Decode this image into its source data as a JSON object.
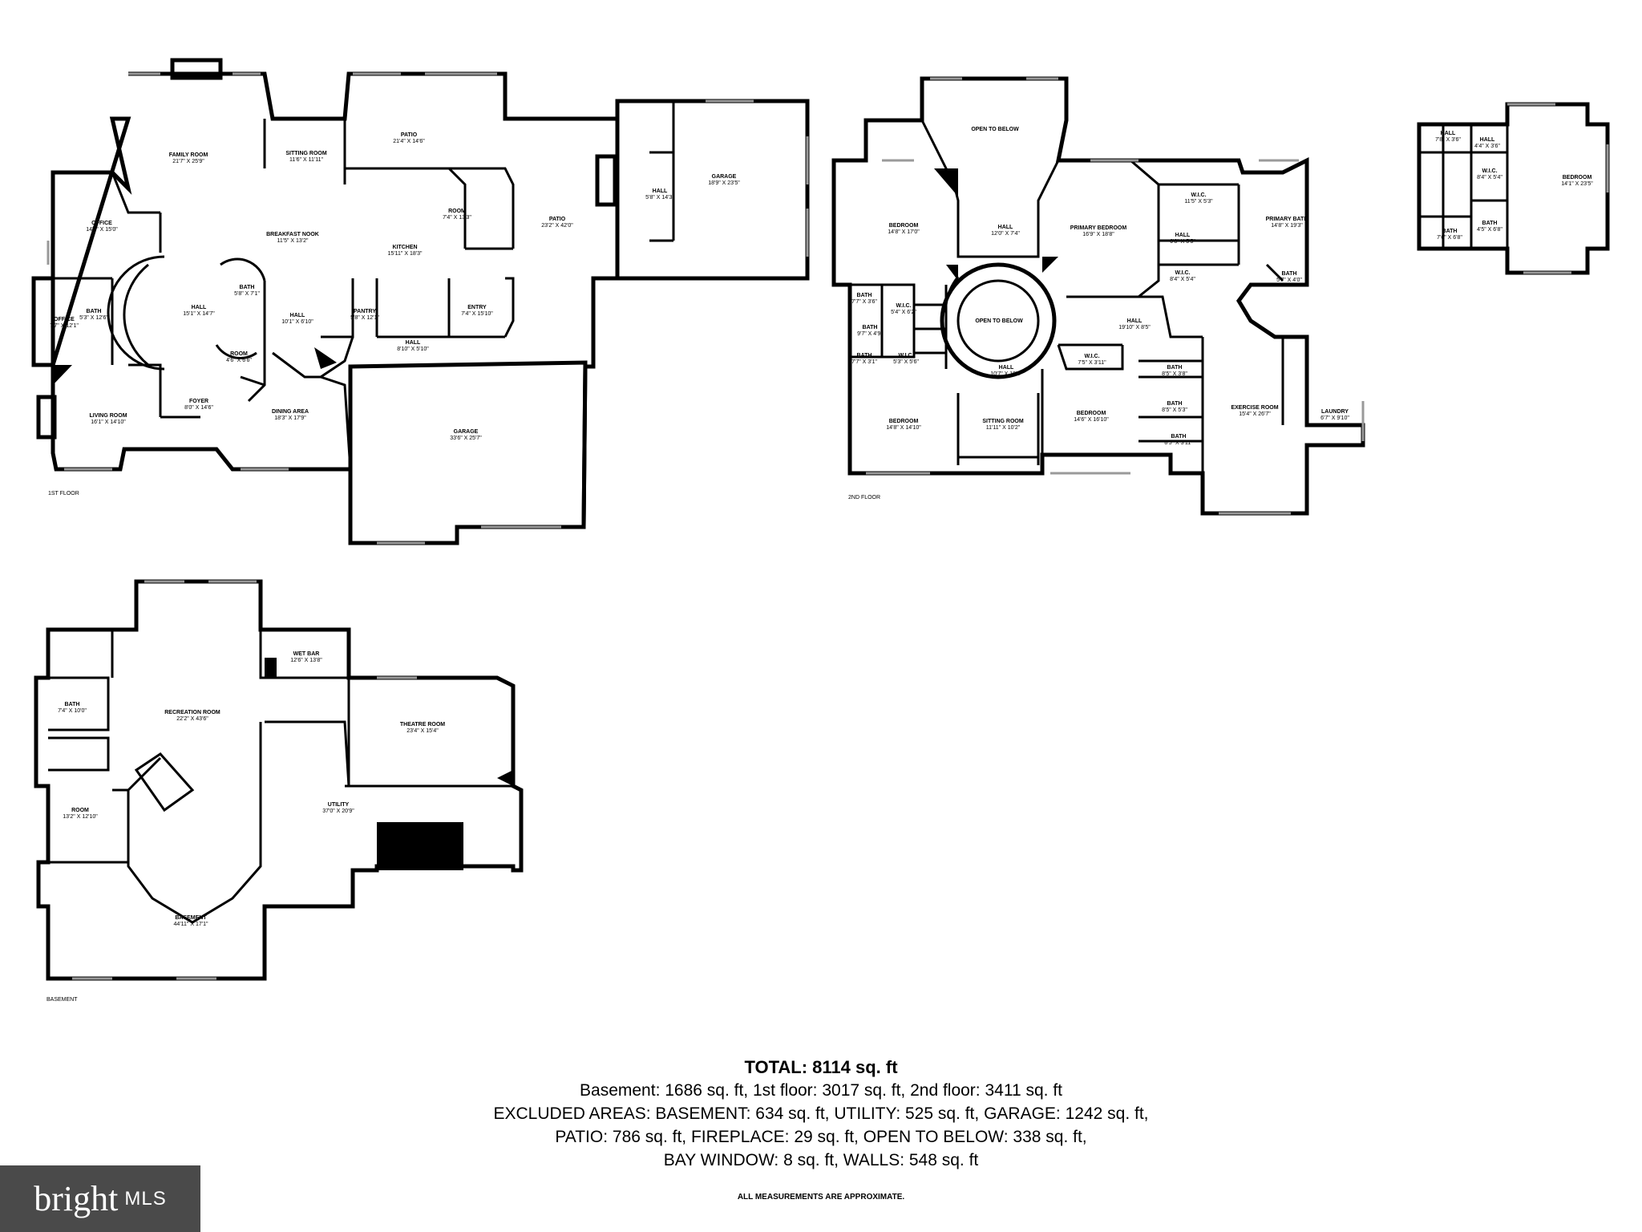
{
  "floors": {
    "first": {
      "label": "1ST FLOOR",
      "rooms": [
        {
          "name": "FAMILY ROOM",
          "dims": "21'7\" X 25'9\""
        },
        {
          "name": "SITTING ROOM",
          "dims": "11'6\" X 11'11\""
        },
        {
          "name": "PATIO",
          "dims": "21'4\" X 14'6\""
        },
        {
          "name": "OFFICE",
          "dims": "14'6\" X 15'0\""
        },
        {
          "name": "BREAKFAST NOOK",
          "dims": "11'5\" X 13'2\""
        },
        {
          "name": "KITCHEN",
          "dims": "15'11\" X 18'3\""
        },
        {
          "name": "ROOM",
          "dims": "7'4\" X 13'3\""
        },
        {
          "name": "PATIO",
          "dims": "23'2\" X 42'0\""
        },
        {
          "name": "HALL",
          "dims": "5'8\" X 14'3\""
        },
        {
          "name": "GARAGE",
          "dims": "18'9\" X 23'5\""
        },
        {
          "name": "OFFICE",
          "dims": "7'7\" X 12'1\""
        },
        {
          "name": "BATH",
          "dims": "5'3\" X 12'6\""
        },
        {
          "name": "HALL",
          "dims": "15'1\" X 14'7\""
        },
        {
          "name": "BATH",
          "dims": "5'8\" X 7'1\""
        },
        {
          "name": "HALL",
          "dims": "10'1\" X 6'10\""
        },
        {
          "name": "PANTRY",
          "dims": "5'8\" X 12'1\""
        },
        {
          "name": "ENTRY",
          "dims": "7'4\" X 15'10\""
        },
        {
          "name": "ROOM",
          "dims": "4'6\" X 6'6\""
        },
        {
          "name": "HALL",
          "dims": "8'10\" X 5'10\""
        },
        {
          "name": "LIVING ROOM",
          "dims": "16'1\" X 14'10\""
        },
        {
          "name": "FOYER",
          "dims": "8'0\" X 14'6\""
        },
        {
          "name": "DINING AREA",
          "dims": "18'3\" X 17'9\""
        },
        {
          "name": "GARAGE",
          "dims": "33'6\" X 25'7\""
        }
      ]
    },
    "second": {
      "label": "2ND FLOOR",
      "rooms": [
        {
          "name": "OPEN TO BELOW",
          "dims": ""
        },
        {
          "name": "BEDROOM",
          "dims": "14'8\" X 17'0\""
        },
        {
          "name": "HALL",
          "dims": "12'0\" X 7'4\""
        },
        {
          "name": "PRIMARY BEDROOM",
          "dims": "16'9\" X 18'8\""
        },
        {
          "name": "W.I.C.",
          "dims": "11'5\" X 5'3\""
        },
        {
          "name": "PRIMARY BATH",
          "dims": "14'8\" X 19'3\""
        },
        {
          "name": "HALL",
          "dims": "6'8\" X 5'5\""
        },
        {
          "name": "W.I.C.",
          "dims": "8'4\" X 5'4\""
        },
        {
          "name": "BATH",
          "dims": "5'7\" X 4'0\""
        },
        {
          "name": "BATH",
          "dims": "7'7\" X 3'6\""
        },
        {
          "name": "W.I.C.",
          "dims": "5'4\" X 6'2\""
        },
        {
          "name": "BATH",
          "dims": "9'7\" X 4'9\""
        },
        {
          "name": "OPEN TO BELOW",
          "dims": ""
        },
        {
          "name": "HALL",
          "dims": "19'10\" X 8'5\""
        },
        {
          "name": "BATH",
          "dims": "7'7\" X 3'1\""
        },
        {
          "name": "W.I.C.",
          "dims": "5'3\" X 5'6\""
        },
        {
          "name": "HALL",
          "dims": "10'7\" X 19'3\""
        },
        {
          "name": "W.I.C.",
          "dims": "7'5\" X 3'11\""
        },
        {
          "name": "BATH",
          "dims": "8'5\" X 3'8\""
        },
        {
          "name": "BATH",
          "dims": "8'5\" X 5'3\""
        },
        {
          "name": "BATH",
          "dims": "8'5\" X 3'11\""
        },
        {
          "name": "EXERCISE ROOM",
          "dims": "15'4\" X 26'7\""
        },
        {
          "name": "LAUNDRY",
          "dims": "6'7\" X 9'10\""
        },
        {
          "name": "BEDROOM",
          "dims": "14'8\" X 14'10\""
        },
        {
          "name": "SITTING ROOM",
          "dims": "11'11\" X 10'2\""
        },
        {
          "name": "BEDROOM",
          "dims": "14'6\" X 16'10\""
        }
      ]
    },
    "upper": {
      "rooms": [
        {
          "name": "HALL",
          "dims": "7'8\" X 3'6\""
        },
        {
          "name": "HALL",
          "dims": "4'4\" X 3'6\""
        },
        {
          "name": "W.I.C.",
          "dims": "8'4\" X 5'4\""
        },
        {
          "name": "BEDROOM",
          "dims": "14'1\" X 23'5\""
        },
        {
          "name": "BATH",
          "dims": "7'6\" X 6'8\""
        },
        {
          "name": "BATH",
          "dims": "4'5\" X 6'8\""
        }
      ]
    },
    "basement": {
      "label": "BASEMENT",
      "rooms": [
        {
          "name": "WET BAR",
          "dims": "12'6\" X 13'8\""
        },
        {
          "name": "BATH",
          "dims": "7'4\" X 10'0\""
        },
        {
          "name": "RECREATION ROOM",
          "dims": "22'2\" X 43'6\""
        },
        {
          "name": "THEATRE ROOM",
          "dims": "23'4\" X 15'4\""
        },
        {
          "name": "ROOM",
          "dims": "13'2\" X 12'10\""
        },
        {
          "name": "UTILITY",
          "dims": "37'0\" X 20'9\""
        },
        {
          "name": "BASEMENT",
          "dims": "44'11\" X 17'1\""
        }
      ]
    }
  },
  "summary": {
    "total": "TOTAL: 8114 sq. ft",
    "lines": [
      "Basement: 1686 sq. ft, 1st floor: 3017 sq. ft, 2nd floor: 3411 sq. ft",
      "EXCLUDED AREAS: BASEMENT: 634 sq. ft, UTILITY: 525 sq. ft, GARAGE: 1242 sq. ft,",
      "PATIO: 786 sq. ft, FIREPLACE: 29 sq. ft, OPEN TO BELOW: 338 sq. ft,",
      "BAY WINDOW: 8 sq. ft, WALLS: 548 sq. ft"
    ],
    "note": "ALL MEASUREMENTS ARE APPROXIMATE."
  },
  "logo": {
    "bright": "bright",
    "mls": "MLS"
  }
}
